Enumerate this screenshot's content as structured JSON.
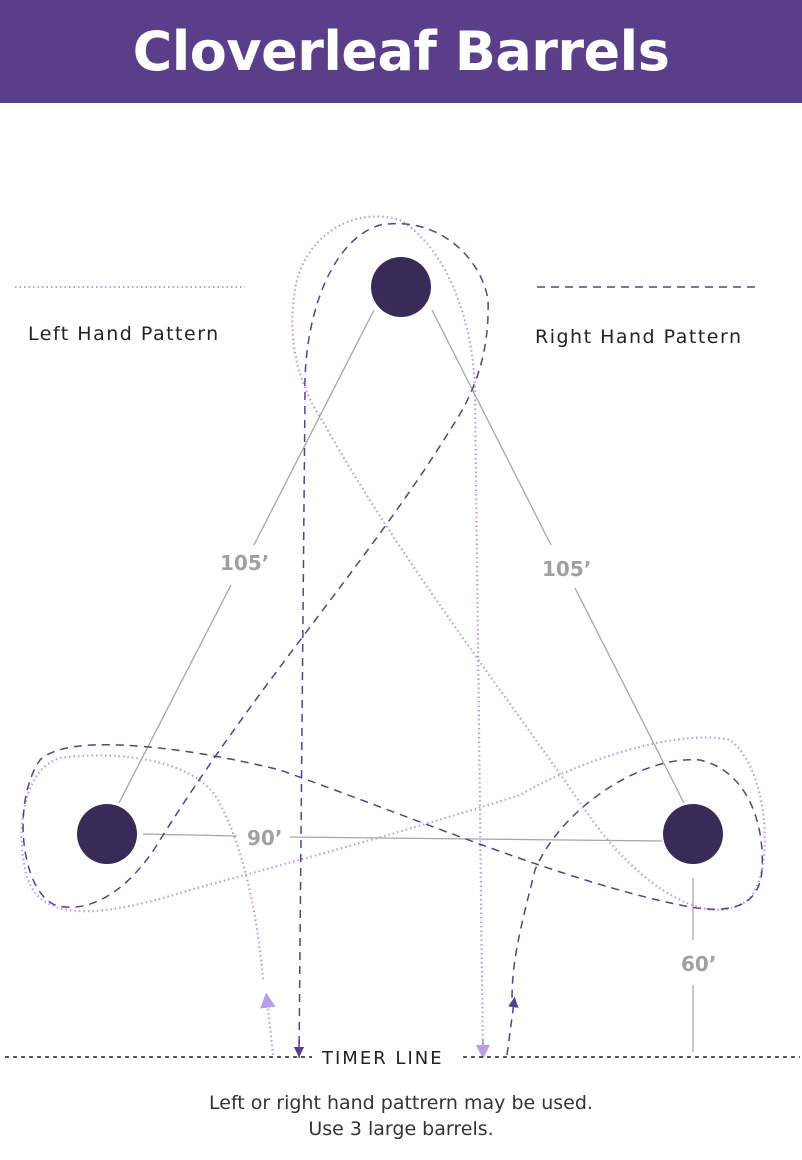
{
  "title": "Cloverleaf Barrels",
  "legend": {
    "left_label": "Left Hand Pattern",
    "right_label": "Right Hand Pattern"
  },
  "distances": {
    "left_side": "105’",
    "right_side": "105’",
    "base": "90’",
    "timer": "60’"
  },
  "timer_line": "TIMER LINE",
  "caption": {
    "line1": "Left or right hand pattrern may be used.",
    "line2": "Use 3 large barrels."
  },
  "colors": {
    "header_bg": "#5b3e8a",
    "barrel": "#392a58",
    "left_pattern": "#b99de6",
    "right_pattern": "#55408e",
    "measure_line": "#a6a6a6"
  }
}
